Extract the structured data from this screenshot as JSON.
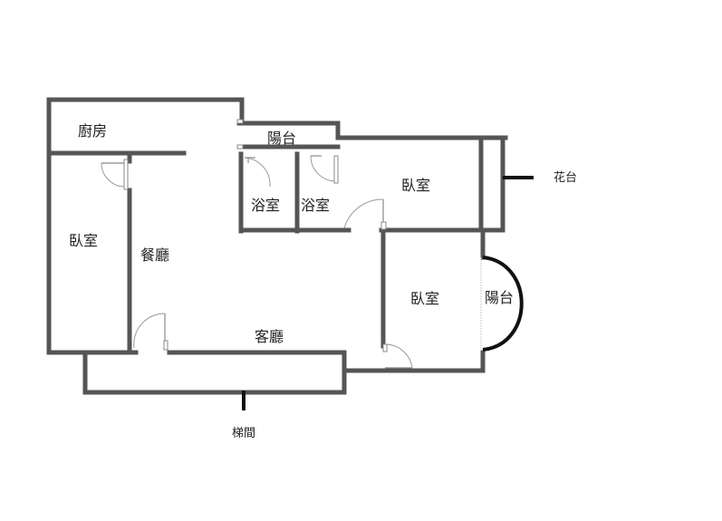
{
  "rooms": {
    "kitchen": "廚房",
    "balcony_top": "陽台",
    "bath_1": "浴室",
    "bath_2": "浴室",
    "bedroom_upper_right": "臥室",
    "bedroom_left": "臥室",
    "dining": "餐廳",
    "living": "客廳",
    "bedroom_lower_right": "臥室",
    "balcony_right": "陽台"
  },
  "outside": {
    "planter": "花台",
    "stairwell": "梯間"
  }
}
